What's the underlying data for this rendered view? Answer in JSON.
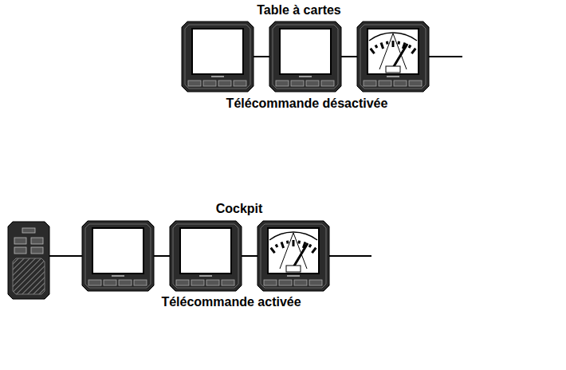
{
  "diagram": {
    "labels": [
      "Table à cartes",
      "Télécommande désactivée",
      "Cockpit",
      "Télécommande activée"
    ]
  }
}
